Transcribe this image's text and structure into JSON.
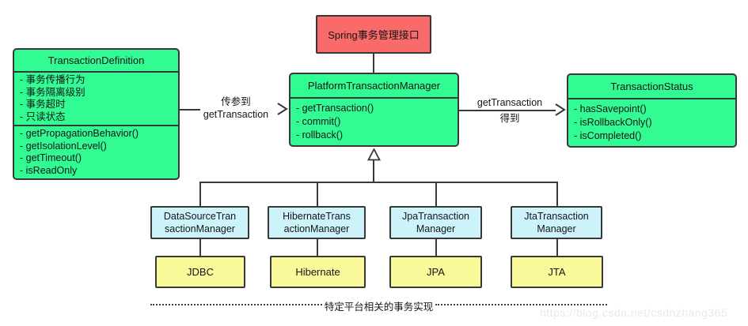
{
  "colors": {
    "interface_red": "#F96B6B",
    "class_green": "#33FB94",
    "impl_blue": "#CDF3FA",
    "platform_yellow": "#FAFA9B",
    "line": "#3A3A3A"
  },
  "boxes": {
    "spring_interface": {
      "title": "Spring事务管理接口"
    },
    "transaction_definition": {
      "title": "TransactionDefinition",
      "attributes": [
        "- 事务传播行为",
        "- 事务隔离级别",
        "- 事务超时",
        "- 只读状态"
      ],
      "methods": [
        "- getPropagationBehavior()",
        "- getIsolationLevel()",
        "- getTimeout()",
        "- isReadOnly"
      ]
    },
    "platform_transaction_manager": {
      "title": "PlatformTransactionManager",
      "methods": [
        "- getTransaction()",
        "- commit()",
        "- rollback()"
      ]
    },
    "transaction_status": {
      "title": "TransactionStatus",
      "methods": [
        "- hasSavepoint()",
        "- isRollbackOnly()",
        "- isCompleted()"
      ]
    }
  },
  "arrows": {
    "left": {
      "line1": "传参到",
      "line2": "getTransaction"
    },
    "right": {
      "line1": "getTransaction",
      "line2": "得到"
    }
  },
  "implementations": [
    {
      "manager_line1": "DataSourceTran",
      "manager_line2": "sactionManager",
      "platform": "JDBC"
    },
    {
      "manager_line1": "HibernateTrans",
      "manager_line2": "actionManager",
      "platform": "Hibernate"
    },
    {
      "manager_line1": "JpaTransaction",
      "manager_line2": "Manager",
      "platform": "JPA"
    },
    {
      "manager_line1": "JtaTransaction",
      "manager_line2": "Manager",
      "platform": "JTA"
    }
  ],
  "footer": {
    "caption": "特定平台相关的事务实现"
  },
  "watermark": "https://blog.csdn.net/csdnzhang365"
}
